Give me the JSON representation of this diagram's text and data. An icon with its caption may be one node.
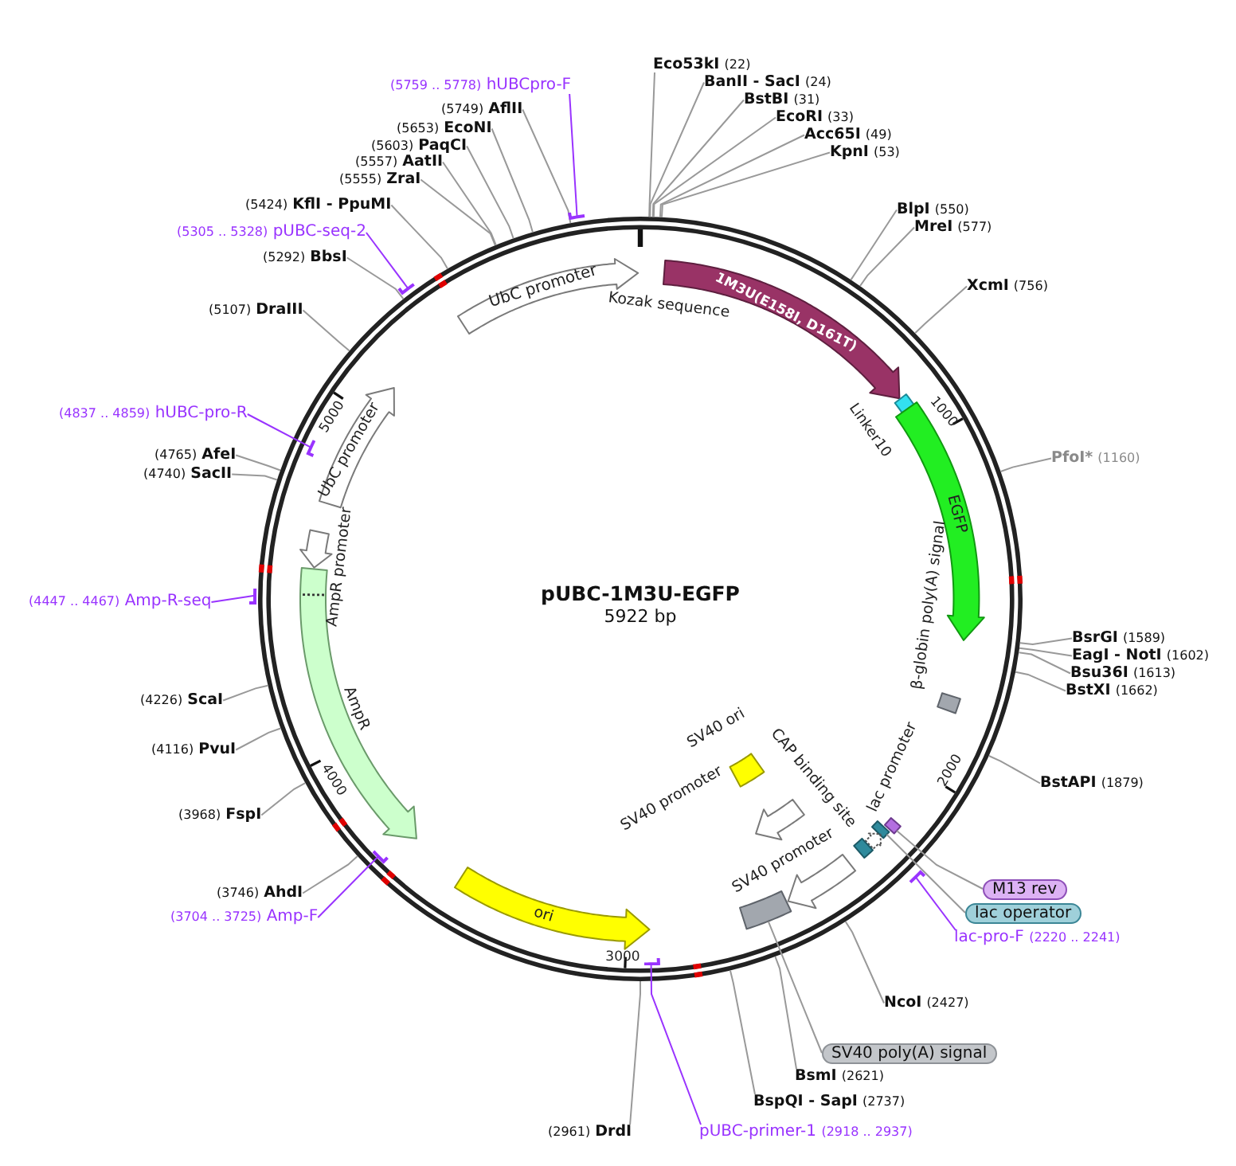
{
  "diagram": {
    "nodes": [
      {
        "text": [
          "pUBC-1M3U-EGFP",
          "5922 bp"
        ]
      },
      {
        "text": [
          "UbC promoter"
        ],
        "in": 0
      },
      {
        "text": [
          "1M3U(E158I, D161T)"
        ],
        "in": 0
      },
      {
        "text": [
          "Linker10"
        ],
        "in": 0
      },
      {
        "text": [
          "EGFP"
        ],
        "in": 0
      },
      {
        "text": [
          "β-globin poly(A) signal"
        ],
        "in": 0
      },
      {
        "text": [
          "SV40 ori"
        ],
        "in": 0
      },
      {
        "text": [
          "SV40 promoter"
        ],
        "in": 0
      },
      {
        "text": [],
        "shape": "box",
        "in": 0
      },
      {
        "text": [],
        "shape": "box",
        "in": 0
      },
      {
        "text": [
          "lac promoter"
        ],
        "in": 0
      },
      {
        "text": [
          "CAP binding site"
        ],
        "in": 0
      },
      {
        "text": [
          "SV40 promoter"
        ],
        "in": 0
      },
      {
        "text": [],
        "shape": "box",
        "in": 0
      },
      {
        "text": [
          "ori"
        ],
        "in": 0
      },
      {
        "text": [
          "AmpR"
        ],
        "in": 0
      },
      {
        "text": [
          "AmpR promoter"
        ],
        "in": 0
      },
      {
        "text": [
          "UbC promoter"
        ],
        "in": 0
      },
      {
        "text": [
          "Eco53kI",
          "(22)"
        ]
      },
      {
        "text": [
          "BanII - SacI",
          "(24)"
        ]
      },
      {
        "text": [
          "BstBI",
          "(31)"
        ]
      },
      {
        "text": [
          "EcoRI",
          "(33)"
        ]
      },
      {
        "text": [
          "Acc65I",
          "(49)"
        ]
      },
      {
        "text": [
          "KpnI",
          "(53)"
        ]
      },
      {
        "text": [
          "BlpI",
          "(550)"
        ]
      },
      {
        "text": [
          "MreI",
          "(577)"
        ]
      },
      {
        "text": [
          "XcmI",
          "(756)"
        ]
      },
      {
        "text": [
          "PfoI*",
          "(1160)"
        ]
      },
      {
        "text": [
          "BsrGI",
          "(1589)"
        ]
      },
      {
        "text": [
          "EagI - NotI",
          "(1602)"
        ]
      },
      {
        "text": [
          "Bsu36I",
          "(1613)"
        ]
      },
      {
        "text": [
          "BstXI",
          "(1662)"
        ]
      },
      {
        "text": [
          "BstAPI",
          "(1879)"
        ]
      },
      {
        "text": [
          "M13 rev"
        ]
      },
      {
        "text": [
          "lac operator"
        ]
      },
      {
        "text": [
          "lac-pro-F",
          "(2220 .. 2241)"
        ]
      },
      {
        "text": [],
        "shape": "bar"
      },
      {
        "text": [
          "NcoI",
          "(2427)"
        ]
      },
      {
        "text": [
          "SV40 poly(A) signal"
        ]
      },
      {
        "text": [
          "BsmI",
          "(2621)"
        ]
      },
      {
        "text": [
          "BspQI - SapI",
          "(2737)"
        ]
      },
      {
        "text": [
          "pUBC-primer-1",
          "(2918 .. 2937)"
        ]
      },
      {
        "text": [],
        "shape": "bar",
        "in": 0
      },
      {
        "text": [
          "(2961)",
          "DrdI"
        ]
      },
      {
        "text": [
          "(3704 .. 3725)",
          "Amp-F"
        ]
      },
      {
        "text": [],
        "shape": "bar",
        "in": 0
      },
      {
        "text": [
          "(3746)",
          "AhdI"
        ]
      },
      {
        "text": [
          "(3968)",
          "FspI"
        ]
      },
      {
        "text": [
          "(4116)",
          "PvuI"
        ]
      },
      {
        "text": [
          "(4226)",
          "ScaI"
        ]
      },
      {
        "text": [
          "(4447 .. 4467)",
          "Amp-R-seq"
        ]
      },
      {
        "text": [],
        "shape": "bar"
      },
      {
        "text": [
          "(4740)",
          "SacII"
        ]
      },
      {
        "text": [
          "(4765)",
          "AfeI"
        ]
      },
      {
        "text": [
          "(4837 .. 4859)",
          "hUBC-pro-R"
        ]
      },
      {
        "text": [],
        "shape": "bar",
        "in": 0
      },
      {
        "text": [
          "(5107)",
          "DraIII"
        ]
      },
      {
        "text": [
          "(5292)",
          "BbsI"
        ]
      },
      {
        "text": [
          "(5305 .. 5328)",
          "pUBC-seq-2"
        ]
      },
      {
        "text": [],
        "shape": "bar"
      },
      {
        "text": [
          "(5424)",
          "KflI - PpuMI"
        ]
      },
      {
        "text": [
          "(5555)",
          "ZraI"
        ]
      },
      {
        "text": [
          "(5557)",
          "AatII"
        ]
      },
      {
        "text": [
          "(5603)",
          "PaqCI"
        ]
      },
      {
        "text": [
          "(5653)",
          "EcoNI"
        ]
      },
      {
        "text": [
          "(5749)",
          "AflII"
        ]
      },
      {
        "text": [
          "(5759 .. 5778)",
          "hUBCpro-F"
        ]
      },
      {
        "text": [],
        "shape": "bar"
      }
    ],
    "edges": [
      {
        "from": 18,
        "to": 0,
        "arrow": "none"
      },
      {
        "from": 19,
        "to": 0,
        "arrow": "none"
      },
      {
        "from": 20,
        "to": 0,
        "arrow": "none"
      },
      {
        "from": 21,
        "to": 0,
        "arrow": "none"
      },
      {
        "from": 22,
        "to": 0,
        "arrow": "none"
      },
      {
        "from": 23,
        "to": 0,
        "arrow": "none"
      },
      {
        "from": 24,
        "to": 0,
        "arrow": "none"
      },
      {
        "from": 25,
        "to": 0,
        "arrow": "none"
      },
      {
        "from": 26,
        "to": 0,
        "arrow": "none"
      },
      {
        "from": 27,
        "to": 0,
        "arrow": "none"
      },
      {
        "from": 28,
        "to": 0,
        "arrow": "none"
      },
      {
        "from": 29,
        "to": 0,
        "arrow": "none"
      },
      {
        "from": 30,
        "to": 0,
        "arrow": "none"
      },
      {
        "from": 31,
        "to": 0,
        "arrow": "none"
      },
      {
        "from": 32,
        "to": 0,
        "arrow": "none"
      },
      {
        "from": 33,
        "to": 8,
        "arrow": "none"
      },
      {
        "from": 34,
        "to": 9,
        "arrow": "none"
      },
      {
        "from": 35,
        "to": 36,
        "arrow": "none",
        "color": "#9933ff"
      },
      {
        "from": 37,
        "to": 0,
        "arrow": "none"
      },
      {
        "from": 38,
        "to": 13,
        "arrow": "none"
      },
      {
        "from": 39,
        "to": 0,
        "arrow": "none"
      },
      {
        "from": 40,
        "to": 0,
        "arrow": "none"
      },
      {
        "from": 41,
        "to": 42,
        "arrow": "none",
        "color": "#9933ff"
      },
      {
        "from": 43,
        "to": 0,
        "arrow": "none"
      },
      {
        "from": 44,
        "to": 45,
        "arrow": "none",
        "color": "#9933ff"
      },
      {
        "from": 46,
        "to": 0,
        "arrow": "none"
      },
      {
        "from": 47,
        "to": 0,
        "arrow": "none"
      },
      {
        "from": 48,
        "to": 0,
        "arrow": "none"
      },
      {
        "from": 49,
        "to": 0,
        "arrow": "none"
      },
      {
        "from": 50,
        "to": 51,
        "arrow": "none",
        "color": "#9933ff"
      },
      {
        "from": 52,
        "to": 0,
        "arrow": "none"
      },
      {
        "from": 53,
        "to": 0,
        "arrow": "none"
      },
      {
        "from": 54,
        "to": 55,
        "arrow": "none",
        "color": "#9933ff"
      },
      {
        "from": 56,
        "to": 0,
        "arrow": "none"
      },
      {
        "from": 57,
        "to": 0,
        "arrow": "none"
      },
      {
        "from": 58,
        "to": 59,
        "arrow": "none",
        "color": "#9933ff"
      },
      {
        "from": 60,
        "to": 0,
        "arrow": "none"
      },
      {
        "from": 61,
        "to": 0,
        "arrow": "none"
      },
      {
        "from": 62,
        "to": 0,
        "arrow": "none"
      },
      {
        "from": 63,
        "to": 0,
        "arrow": "none"
      },
      {
        "from": 64,
        "to": 0,
        "arrow": "none"
      },
      {
        "from": 65,
        "to": 0,
        "arrow": "none"
      },
      {
        "from": 66,
        "to": 67,
        "arrow": "none",
        "color": "#9933ff"
      }
    ],
    "labels": [
      "Kozak sequence",
      "1000",
      "2000",
      "3000",
      "4000",
      "5000"
    ]
  }
}
